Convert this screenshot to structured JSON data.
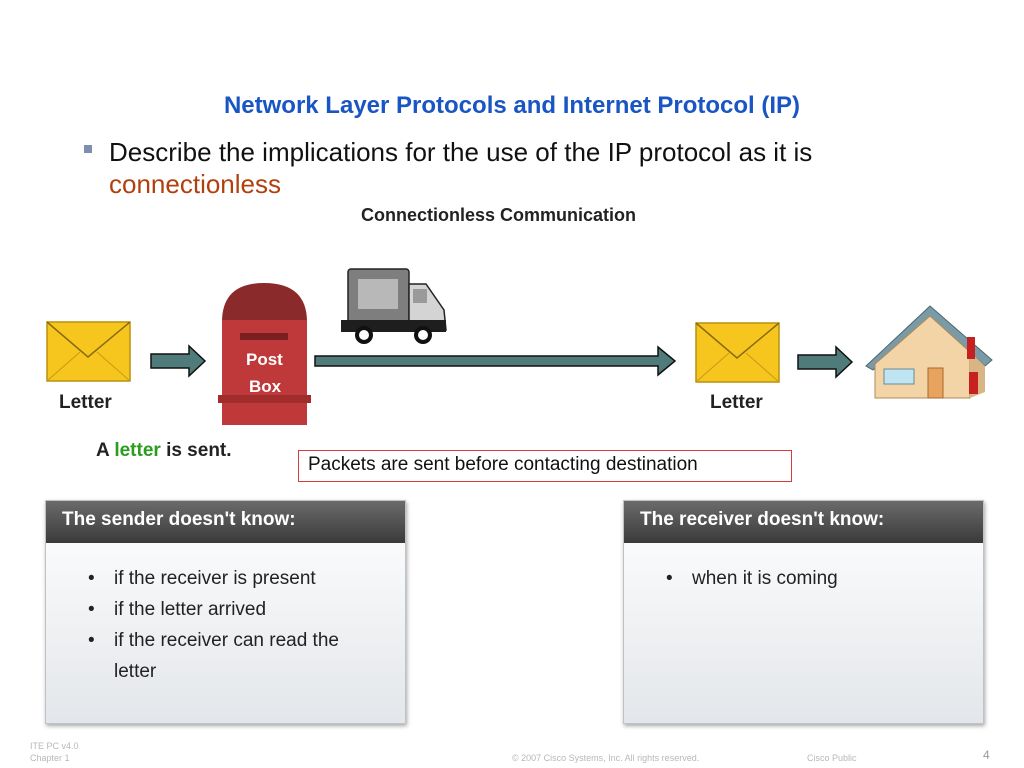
{
  "slide": {
    "title": "Network Layer Protocols and Internet Protocol (IP)",
    "bullet_text": "Describe the implications for the use of the IP protocol as it is",
    "bullet_highlight": "connectionless"
  },
  "diagram": {
    "title": "Connectionless Communication",
    "letter_left_label": "Letter",
    "post_box_line1": "Post",
    "post_box_line2": "Box",
    "letter_right_label": "Letter",
    "sent_prefix": "A",
    "sent_highlight": "letter",
    "sent_suffix": "is sent.",
    "packet_note": "Packets are sent before contacting destination"
  },
  "sender_panel": {
    "header": "The sender doesn't know:",
    "items": [
      "if the receiver is present",
      "if the letter arrived",
      "if the receiver can read the letter"
    ]
  },
  "receiver_panel": {
    "header": "The receiver doesn't know:",
    "items": [
      "when it is coming"
    ]
  },
  "footer": {
    "course": "ITE PC v4.0",
    "chapter": "Chapter 1",
    "copyright": "© 2007 Cisco Systems, Inc. All rights reserved.",
    "classification": "Cisco Public",
    "page_number": "4"
  },
  "colors": {
    "title": "#1a55c4",
    "highlight": "#b1400e",
    "arrow_fill": "#4f7c7a",
    "envelope": "#f6c61e",
    "post_box": "#c0393a",
    "note_border": "#d73b3b"
  },
  "icons": [
    "envelope-icon",
    "post-box-icon",
    "truck-icon",
    "house-icon",
    "arrow-right-icon"
  ]
}
